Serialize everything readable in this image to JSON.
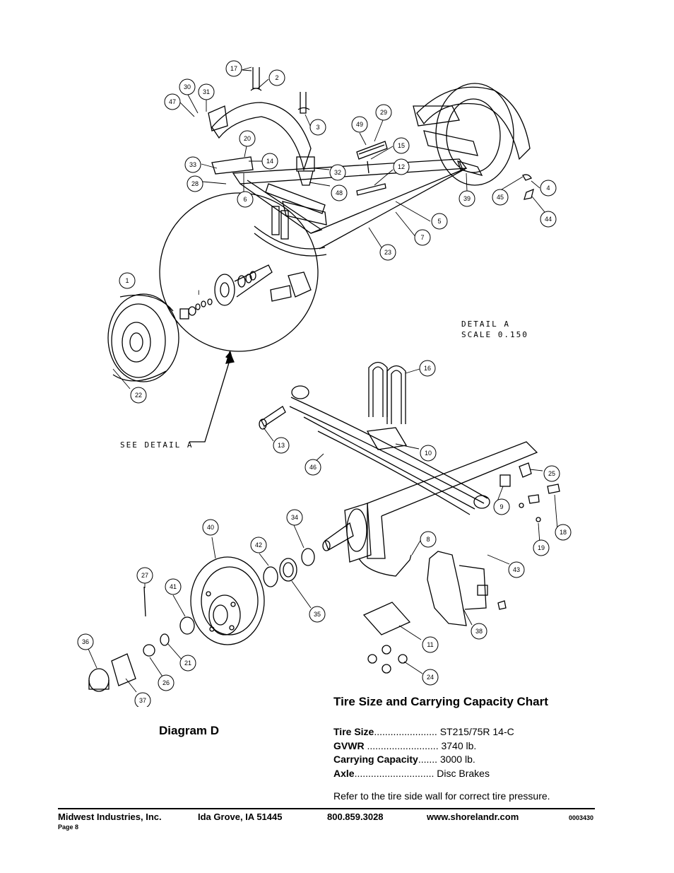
{
  "diagram": {
    "title": "Diagram D",
    "detail_label_line1": "DETAIL  A",
    "detail_label_line2": "SCALE  0.150",
    "see_detail": "SEE DETAIL  A",
    "detail_marker": "I",
    "callouts": [
      "1",
      "2",
      "3",
      "4",
      "5",
      "6",
      "7",
      "8",
      "9",
      "10",
      "11",
      "12",
      "13",
      "14",
      "15",
      "16",
      "17",
      "18",
      "19",
      "20",
      "21",
      "22",
      "23",
      "24",
      "25",
      "26",
      "27",
      "28",
      "29",
      "30",
      "31",
      "32",
      "33",
      "34",
      "35",
      "36",
      "37",
      "38",
      "39",
      "40",
      "41",
      "42",
      "43",
      "44",
      "45",
      "46",
      "47",
      "48",
      "49"
    ]
  },
  "chart": {
    "title": "Tire Size and Carrying Capacity Chart",
    "rows": [
      {
        "key": "Tire Size",
        "dots": ".......................",
        "value": "ST215/75R 14-C"
      },
      {
        "key": "GVWR",
        "dots": "..........................",
        "value": "3740 lb."
      },
      {
        "key": "Carrying Capacity",
        "dots": ".......",
        "value": "3000 lb."
      },
      {
        "key": "Axle",
        "dots": ".............................",
        "value": "Disc Brakes"
      }
    ],
    "note": "Refer to the tire side wall for correct tire pressure."
  },
  "footer": {
    "company": "Midwest Industries, Inc.",
    "city": "Ida Grove, IA  51445",
    "phone": "800.859.3028",
    "website": "www.shorelandr.com",
    "doc_code": "0003430",
    "page": "Page 8"
  }
}
